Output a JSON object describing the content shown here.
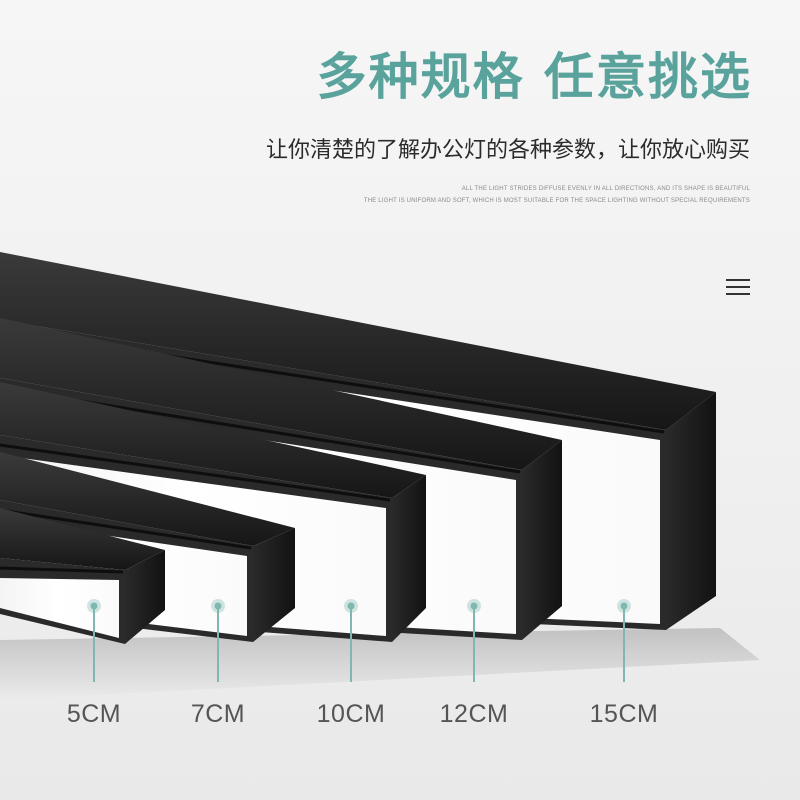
{
  "header": {
    "title": "多种规格 任意挑选",
    "subtitle": "让你清楚的了解办公灯的各种参数，让你放心购买",
    "en_line_1": "ALL THE LIGHT STRIDES DIFFUSE EVENLY IN ALL DIRECTIONS, AND ITS SHAPE IS BEAUTIFUL",
    "en_line_2": "THE LIGHT IS UNIFORM AND SOFT, WHICH IS MOST SUITABLE FOR THE SPACE LIGHTING WITHOUT SPECIAL REQUIREMENTS"
  },
  "menu": {
    "icon": "hamburger-menu-icon"
  },
  "sizes": {
    "items": [
      {
        "label": "5CM"
      },
      {
        "label": "7CM"
      },
      {
        "label": "10CM"
      },
      {
        "label": "12CM"
      },
      {
        "label": "15CM"
      }
    ]
  },
  "colors": {
    "title": "#5aa39c",
    "subtitle": "#2b2b2b",
    "english": "#8a8a8a",
    "accent": "#7fb8b1",
    "label": "#555555",
    "housing": "#1e1e1e",
    "diffuser": "#ffffff"
  }
}
